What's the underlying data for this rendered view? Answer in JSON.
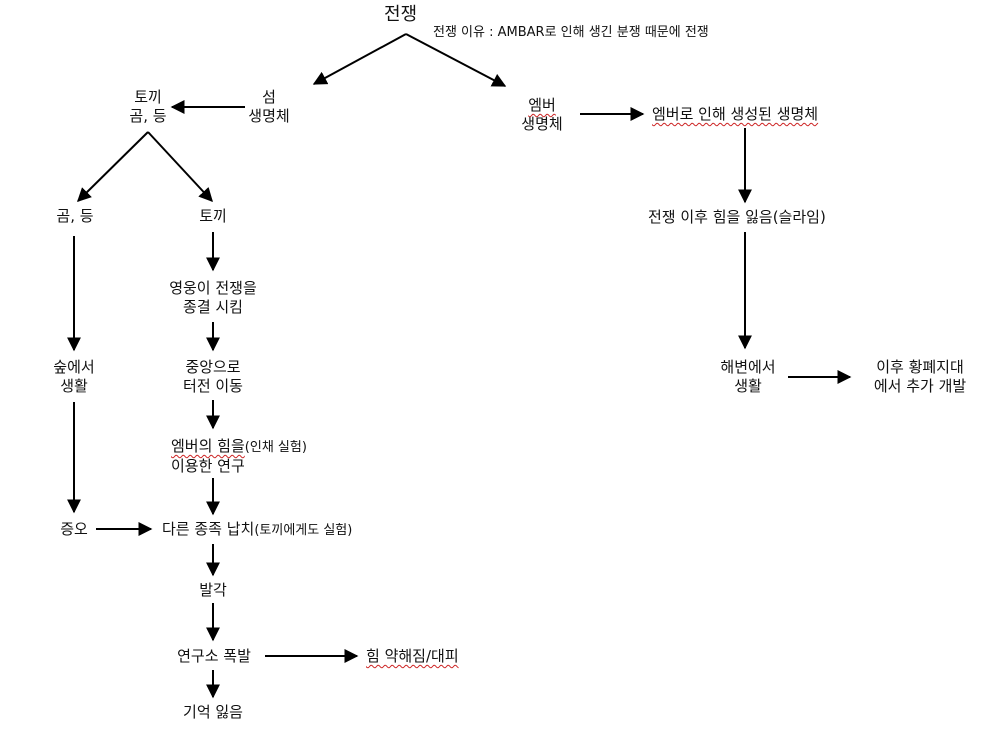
{
  "root": {
    "title": "전쟁",
    "note": "전쟁 이유 : AMBAR로 인해 생긴 분쟁 때문에 전쟁"
  },
  "left": {
    "island": [
      "섬",
      "생명체"
    ],
    "rabbit_bear": [
      "토끼",
      "곰, 등"
    ],
    "bear": "곰, 등",
    "rabbit": "토끼",
    "hero": [
      "영웅이 전쟁을",
      "종결 시킴"
    ],
    "move": [
      "중앙으로",
      "터전 이동"
    ],
    "research_line1_main": "엠버의 힘을",
    "research_line1_note": "(인채 실험)",
    "research_line2": "이용한 연구",
    "forest": [
      "숲에서",
      "생활"
    ],
    "hatred": "증오",
    "kidnap_main": "다른 종족 납치",
    "kidnap_note": "(토끼에게도 실험)",
    "discovered": "발각",
    "explosion": "연구소 폭발",
    "weakened": "힘 약해짐/대피",
    "memory": "기억 잃음"
  },
  "right": {
    "amber": [
      "엠버",
      "생명체"
    ],
    "created": "엠버로 인해 생성된 생명체",
    "lost_power": "전쟁 이후 힘을 잃음(슬라임)",
    "beach": [
      "해변에서",
      "생활"
    ],
    "wasteland": [
      "이후 황폐지대",
      "에서 추가 개발"
    ]
  }
}
